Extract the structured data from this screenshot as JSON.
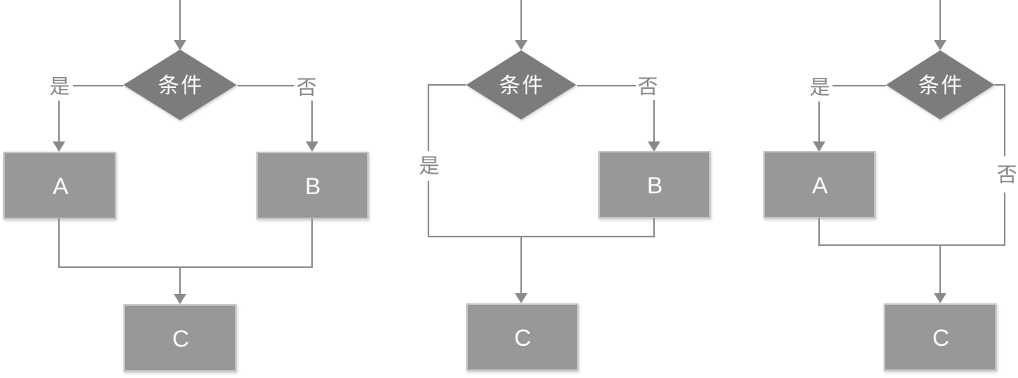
{
  "colors": {
    "background": "#ffffff",
    "line": "#8f8f8f",
    "arrowhead": "#8a8a8a",
    "diamond_fill": "#7b7b7b",
    "box_fill": "#989898",
    "box_border": "#c6c6c6",
    "node_text": "#ffffff",
    "branch_label": "#858585"
  },
  "diagrams": [
    {
      "variant": "both-branches",
      "condition": "条件",
      "yes_label": "是",
      "no_label": "否",
      "nodes": {
        "a": "A",
        "b": "B",
        "c": "C"
      }
    },
    {
      "variant": "no-branch-only",
      "condition": "条件",
      "yes_label": "是",
      "no_label": "否",
      "nodes": {
        "b": "B",
        "c": "C"
      }
    },
    {
      "variant": "yes-branch-only",
      "condition": "条件",
      "yes_label": "是",
      "no_label": "否",
      "nodes": {
        "a": "A",
        "c": "C"
      }
    }
  ]
}
